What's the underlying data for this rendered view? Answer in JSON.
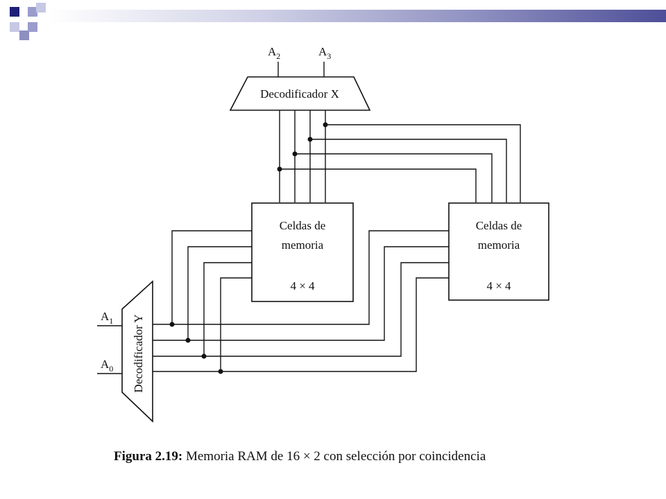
{
  "diagram": {
    "decoder_x": {
      "label": "Decodificador X",
      "inputs": [
        "A2",
        "A3"
      ]
    },
    "decoder_y": {
      "label": "Decodificador Y",
      "inputs": [
        "A1",
        "A0"
      ]
    },
    "memory_blocks": [
      {
        "line1": "Celdas de",
        "line2": "memoria",
        "size": "4 × 4"
      },
      {
        "line1": "Celdas de",
        "line2": "memoria",
        "size": "4 × 4"
      }
    ]
  },
  "caption": {
    "figure_label": "Figura 2.19:",
    "text": "Memoria RAM de 16 × 2 con selección por coincidencia"
  },
  "colors": {
    "accent_dark": "#1f1f7a",
    "accent_light": "#9a9ccc"
  }
}
